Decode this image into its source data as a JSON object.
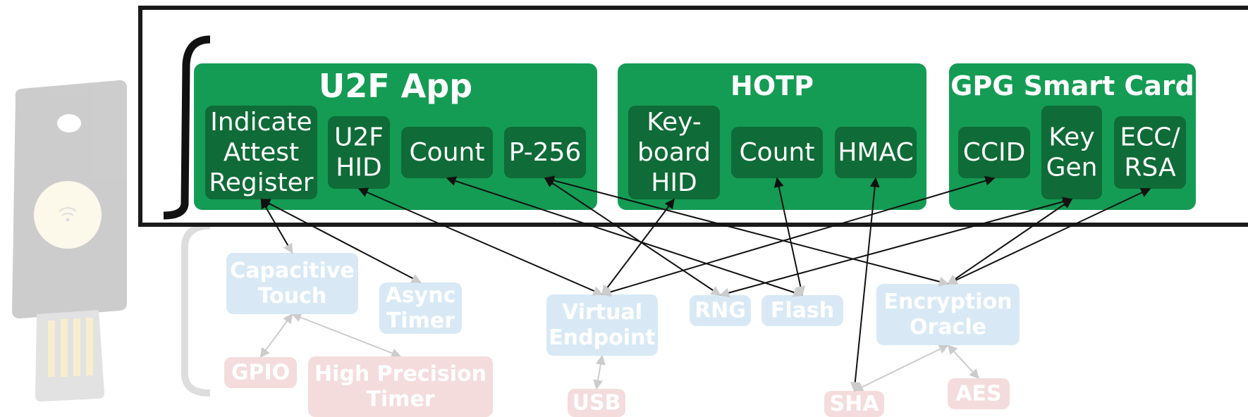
{
  "colors": {
    "app_green": "#149c54",
    "component_dark_green": "#0f6b37",
    "frame_black": "#1a1a1a",
    "service_blue": "#d8e9f5",
    "hardware_red": "#f4dcdc",
    "arrow_black": "#111111",
    "arrow_grey": "#cccccc",
    "key_device_grey": "#cfcfcf"
  },
  "apps": [
    {
      "id": "u2f",
      "title": "U2F App",
      "components": [
        {
          "id": "u2f-register",
          "lines": [
            "Indicate",
            "Attest",
            "Register"
          ]
        },
        {
          "id": "u2f-hid",
          "lines": [
            "U2F",
            "HID"
          ]
        },
        {
          "id": "u2f-count",
          "lines": [
            "Count"
          ]
        },
        {
          "id": "u2f-p256",
          "lines": [
            "P-256"
          ]
        }
      ]
    },
    {
      "id": "hotp",
      "title": "HOTP",
      "components": [
        {
          "id": "hotp-keyboard",
          "lines": [
            "Key-",
            "board",
            "HID"
          ]
        },
        {
          "id": "hotp-count",
          "lines": [
            "Count"
          ]
        },
        {
          "id": "hotp-hmac",
          "lines": [
            "HMAC"
          ]
        }
      ]
    },
    {
      "id": "gpg",
      "title": "GPG Smart Card",
      "components": [
        {
          "id": "gpg-ccid",
          "lines": [
            "CCID"
          ]
        },
        {
          "id": "gpg-keygen",
          "lines": [
            "Key",
            "Gen"
          ]
        },
        {
          "id": "gpg-ecc",
          "lines": [
            "ECC/",
            "RSA"
          ]
        }
      ]
    }
  ],
  "services": [
    {
      "id": "cap-touch",
      "lines": [
        "Capacitive",
        "Touch"
      ]
    },
    {
      "id": "async-timer",
      "lines": [
        "Async",
        "Timer"
      ]
    },
    {
      "id": "virtual-endpoint",
      "lines": [
        "Virtual",
        "Endpoint"
      ]
    },
    {
      "id": "rng",
      "lines": [
        "RNG"
      ]
    },
    {
      "id": "flash",
      "lines": [
        "Flash"
      ]
    },
    {
      "id": "encryption-oracle",
      "lines": [
        "Encryption",
        "Oracle"
      ]
    }
  ],
  "hardware": [
    {
      "id": "gpio",
      "lines": [
        "GPIO"
      ]
    },
    {
      "id": "hp-timer",
      "lines": [
        "High Precision",
        "Timer"
      ]
    },
    {
      "id": "usb",
      "lines": [
        "USB"
      ]
    },
    {
      "id": "sha",
      "lines": [
        "SHA"
      ]
    },
    {
      "id": "aes",
      "lines": [
        "AES"
      ]
    }
  ],
  "links": [
    [
      "u2f-register",
      "cap-touch"
    ],
    [
      "u2f-register",
      "async-timer"
    ],
    [
      "u2f-hid",
      "virtual-endpoint"
    ],
    [
      "u2f-count",
      "flash"
    ],
    [
      "u2f-p256",
      "rng"
    ],
    [
      "u2f-p256",
      "encryption-oracle"
    ],
    [
      "hotp-keyboard",
      "virtual-endpoint"
    ],
    [
      "hotp-count",
      "flash"
    ],
    [
      "hotp-hmac",
      "sha"
    ],
    [
      "gpg-ccid",
      "virtual-endpoint"
    ],
    [
      "gpg-keygen",
      "rng"
    ],
    [
      "gpg-keygen",
      "encryption-oracle"
    ],
    [
      "gpg-ecc",
      "encryption-oracle"
    ],
    [
      "cap-touch",
      "gpio"
    ],
    [
      "cap-touch",
      "hp-timer"
    ],
    [
      "virtual-endpoint",
      "usb"
    ],
    [
      "encryption-oracle",
      "sha"
    ],
    [
      "encryption-oracle",
      "aes"
    ]
  ]
}
